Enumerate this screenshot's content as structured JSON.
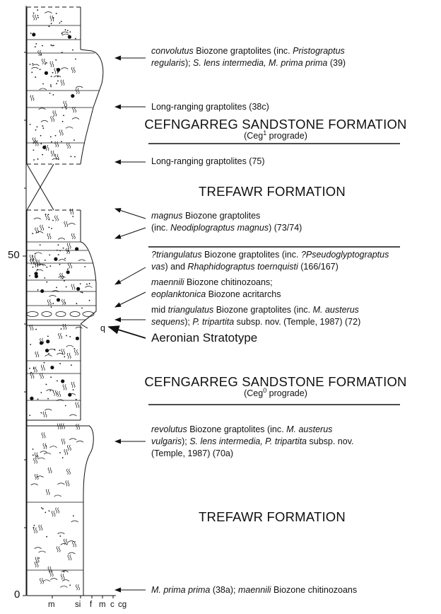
{
  "scale": {
    "tick_zero": "0",
    "tick_fifty": "50"
  },
  "grain_labels": [
    "m",
    "si",
    "f",
    "m",
    "c",
    "cg"
  ],
  "marker_q": "q",
  "stratotype": "Aeronian Stratotype",
  "formations": {
    "ceg1_title": "CEFNGARREG SANDSTONE FORMATION",
    "ceg1_sub_pre": "(Ceg",
    "ceg1_sub_sup": "1",
    "ceg1_sub_post": " prograde)",
    "trefawr_upper": "TREFAWR FORMATION",
    "ceg0_title": "CEFNGARREG SANDSTONE FORMATION",
    "ceg0_sub_pre": "(Ceg",
    "ceg0_sub_sup": "0",
    "ceg0_sub_post": " prograde)",
    "trefawr_lower": "TREFAWR FORMATION"
  },
  "annotations": {
    "a1": {
      "i1": "convolutus",
      "t1": " Biozone graptolites (inc. ",
      "i2": "Pristograptus",
      "i3": "regularis",
      "t2": "); ",
      "i4": "S. lens intermedia, M. prima prima",
      "t3": " (39)"
    },
    "a2": {
      "t1": "Long-ranging graptolites (38c)"
    },
    "a3": {
      "t1": "Long-ranging graptolites (75)"
    },
    "a4": {
      "i1": "magnus",
      "t1": " Biozone graptolites",
      "t2": "(inc. ",
      "i2": "Neodiplograptus magnus",
      "t3": ") (73/74)"
    },
    "a5": {
      "i1": "?triangulatus",
      "t1": " Biozone graptolites (inc. ",
      "i2": "?Pseudoglyptograptus",
      "i3": "vas",
      "t2": ") and ",
      "i4": "Rhaphidograptus toernquisti",
      "t3": " (166/167)"
    },
    "a6": {
      "i1": "maennili",
      "t1": " Biozone chitinozoans;",
      "i2": "eoplanktonica",
      "t2": " Biozone acritarchs"
    },
    "a7": {
      "t1": "mid ",
      "i1": "triangulatus",
      "t2": " Biozone graptolites (inc. ",
      "i2": "M. austerus",
      "i3": "sequens",
      "t3": "); ",
      "i4": "P. tripartita",
      "t4": " subsp. nov. (Temple, 1987) (72)"
    },
    "a8": {
      "i1": "revolutus",
      "t1": " Biozone graptolites (inc. ",
      "i2": "M. austerus",
      "i3": "vulgaris",
      "t2": "); ",
      "i4": "S. lens intermedia, P. tripartita",
      "t3": " subsp. nov.",
      "t4": "(Temple, 1987) (70a)"
    },
    "a9": {
      "i1": "M. prima prima",
      "t1": " (38a); ",
      "i2": "maennili",
      "t2": " Biozone chitinozoans"
    }
  }
}
